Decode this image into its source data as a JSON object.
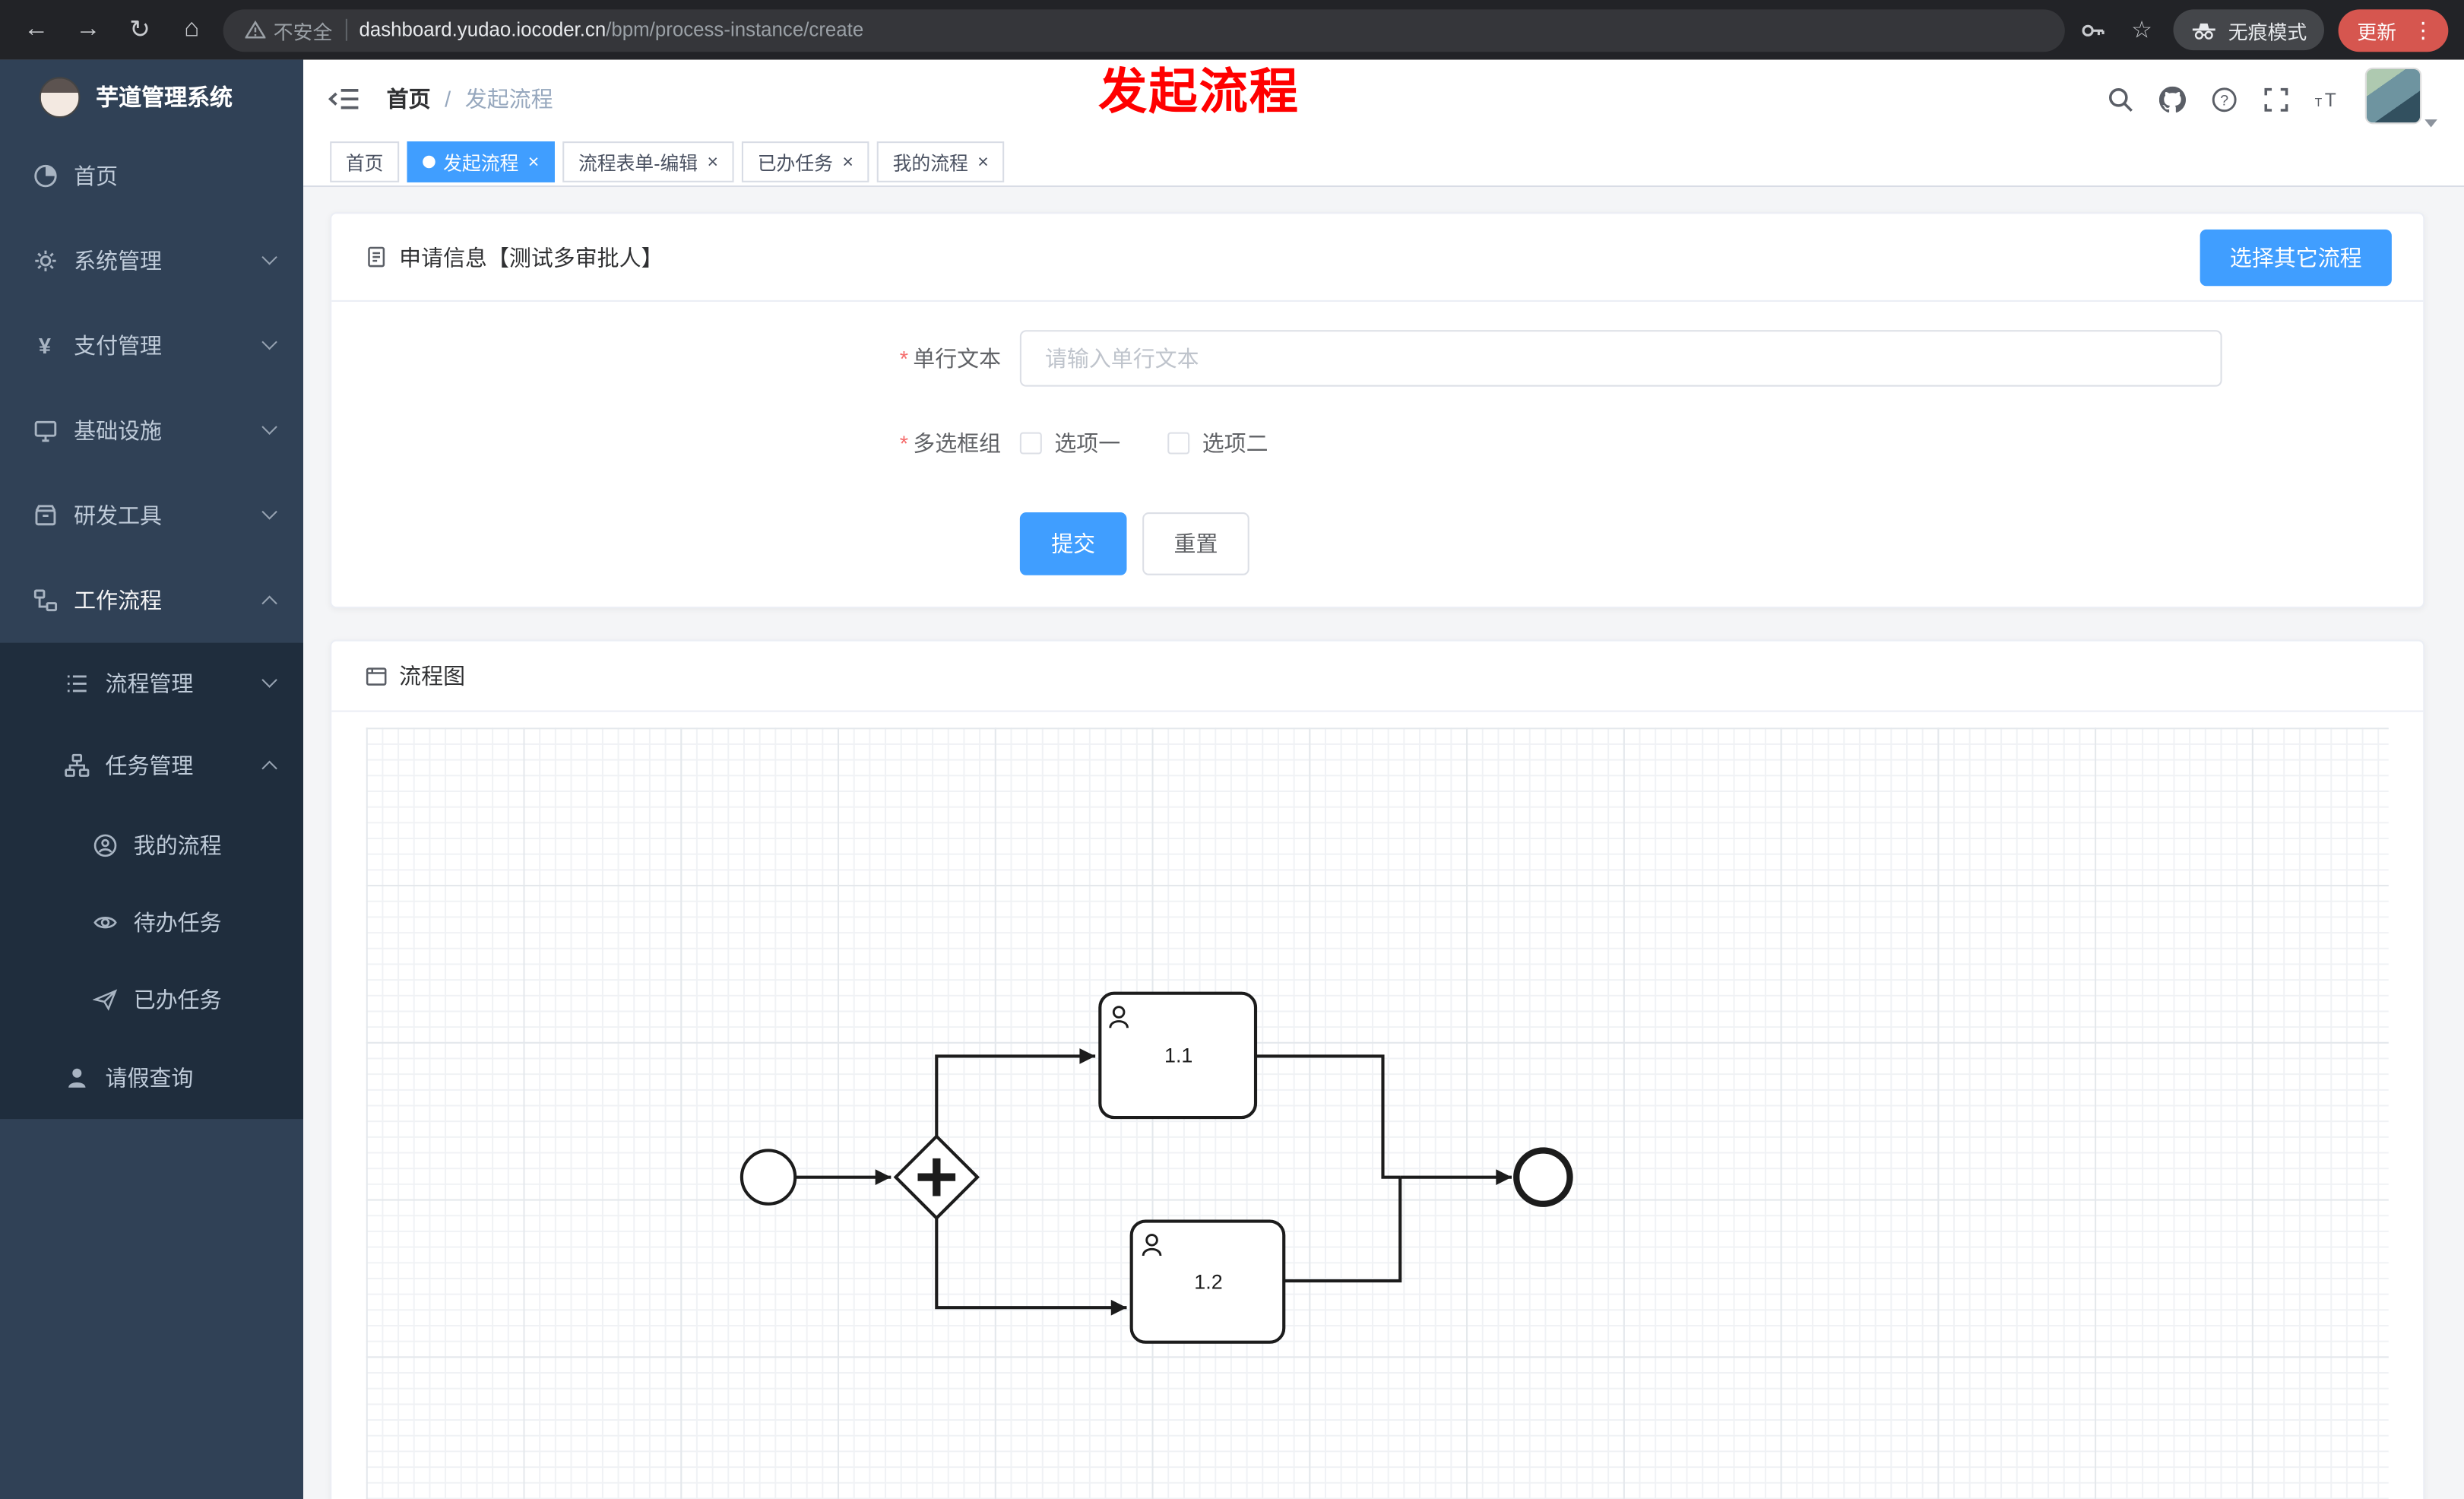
{
  "browser": {
    "warning_label": "不安全",
    "url_host": "dashboard.yudao.iocoder.cn",
    "url_path": "/bpm/process-instance/create",
    "incognito_label": "无痕模式",
    "update_label": "更新"
  },
  "sidebar": {
    "app_title": "芋道管理系统",
    "items": [
      {
        "label": "首页"
      },
      {
        "label": "系统管理"
      },
      {
        "label": "支付管理"
      },
      {
        "label": "基础设施"
      },
      {
        "label": "研发工具"
      },
      {
        "label": "工作流程"
      }
    ],
    "workflow_children": [
      {
        "label": "流程管理"
      },
      {
        "label": "任务管理"
      },
      {
        "label": "请假查询"
      }
    ],
    "task_children": [
      {
        "label": "我的流程"
      },
      {
        "label": "待办任务"
      },
      {
        "label": "已办任务"
      }
    ]
  },
  "header": {
    "breadcrumb": [
      "首页",
      "发起流程"
    ],
    "breadcrumb_sep": "/",
    "annotation": "发起流程"
  },
  "tabs_close_glyph": "×",
  "tabs": [
    {
      "label": "首页",
      "active": false,
      "closable": false
    },
    {
      "label": "发起流程",
      "active": true,
      "closable": true
    },
    {
      "label": "流程表单-编辑",
      "active": false,
      "closable": true
    },
    {
      "label": "已办任务",
      "active": false,
      "closable": true
    },
    {
      "label": "我的流程",
      "active": false,
      "closable": true
    }
  ],
  "form_card": {
    "title": "申请信息【测试多审批人】",
    "select_other_label": "选择其它流程",
    "fields": [
      {
        "label": "单行文本",
        "required": true,
        "value": "",
        "placeholder": "请输入单行文本"
      },
      {
        "label": "多选框组",
        "required": true,
        "options": [
          "选项一",
          "选项二"
        ],
        "checked": [
          false,
          false
        ]
      }
    ],
    "submit_label": "提交",
    "reset_label": "重置"
  },
  "diagram_card": {
    "title": "流程图",
    "diagram_type": "bpmn",
    "nodes": [
      "start-event",
      "parallel-gateway",
      "user-task-1.1",
      "user-task-1.2",
      "end-event"
    ],
    "tasks": [
      {
        "label": "1.1"
      },
      {
        "label": "1.2"
      }
    ]
  },
  "colors": {
    "accent": "#409eff",
    "sidebar_bg": "#304156",
    "submenu_bg": "#1f2d3d",
    "danger": "#f56c6c",
    "annotation_red": "#ff0000",
    "update_chip": "#d6564f"
  }
}
